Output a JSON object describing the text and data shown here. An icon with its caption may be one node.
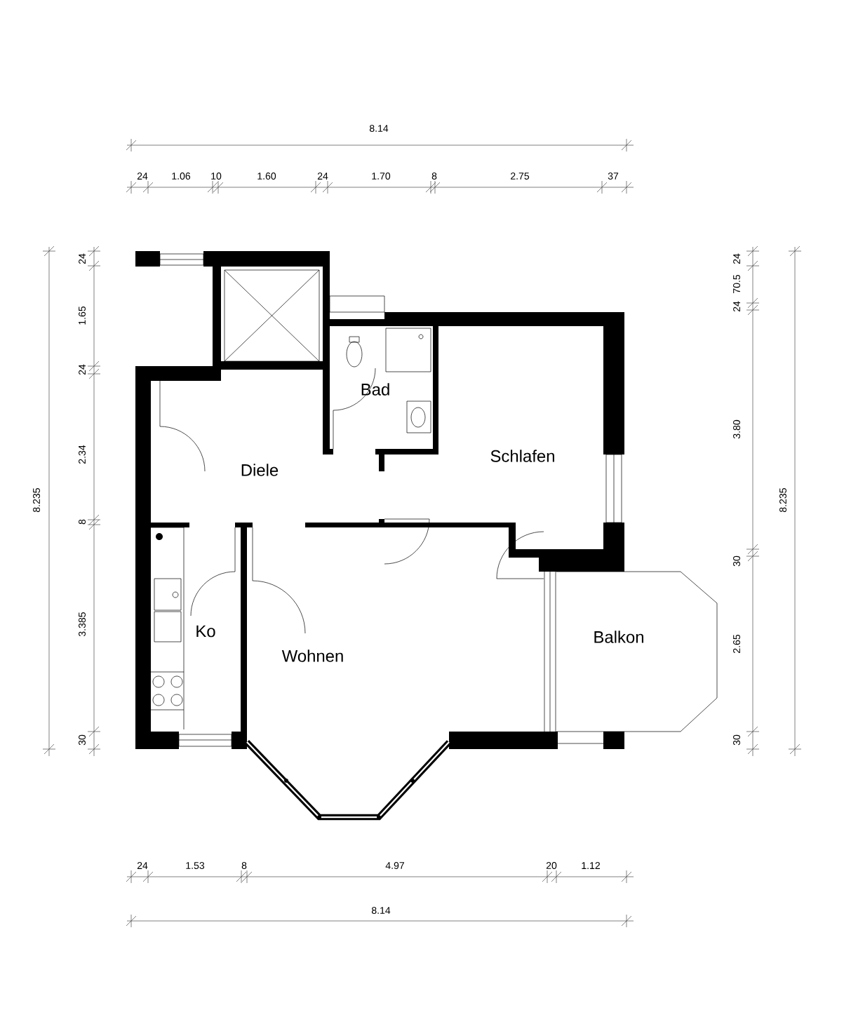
{
  "diagram": {
    "labels": [
      "8.14",
      "24",
      "1.06",
      "10",
      "1.60",
      "24",
      "1.70",
      "8",
      "2.75",
      "37",
      "8.235",
      "24",
      "1.65",
      "24",
      "2.34",
      "8",
      "3.385",
      "30",
      "24",
      "70.5",
      "24",
      "3.80",
      "30",
      "2.65",
      "30",
      "8.235",
      "Bad",
      "Schlafen",
      "Diele",
      "Ko",
      "Wohnen",
      "Balkon",
      "24",
      "1.53",
      "8",
      "4.97",
      "20",
      "1.12",
      "8.14"
    ]
  }
}
